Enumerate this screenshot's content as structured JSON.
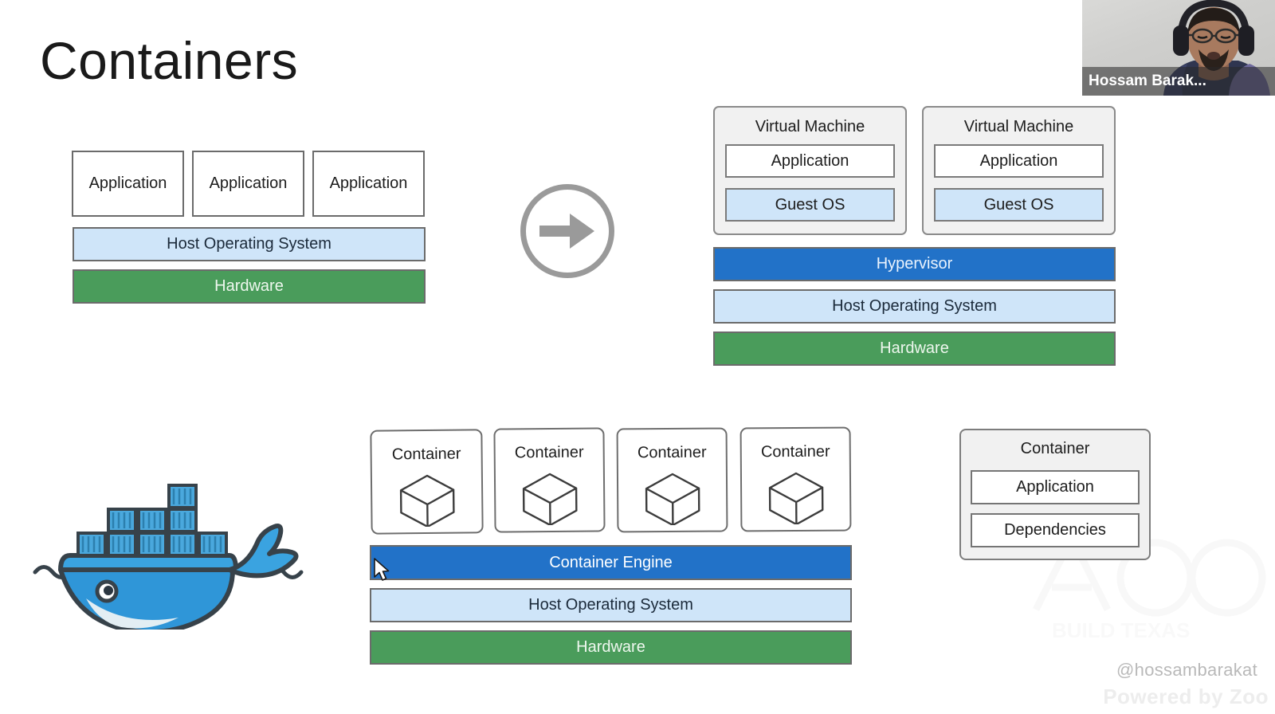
{
  "slide": {
    "title": "Containers",
    "background": "#ffffff"
  },
  "colors": {
    "blue": "#2272c8",
    "light_blue": "#cfe5f9",
    "green": "#4a9c5b",
    "gray_border": "#6b6b6b",
    "panel_gray": "#f1f1f1"
  },
  "host_stack": {
    "apps": [
      {
        "label": "Application"
      },
      {
        "label": "Application"
      },
      {
        "label": "Application"
      }
    ],
    "host_os_label": "Host Operating System",
    "hardware_label": "Hardware"
  },
  "transition": {
    "icon": "arrow-right-circle-icon"
  },
  "vm_stack": {
    "machines": [
      {
        "title": "Virtual Machine",
        "app_label": "Application",
        "guest_os_label": "Guest OS"
      },
      {
        "title": "Virtual Machine",
        "app_label": "Application",
        "guest_os_label": "Guest OS"
      }
    ],
    "hypervisor_label": "Hypervisor",
    "host_os_label": "Host Operating System",
    "hardware_label": "Hardware"
  },
  "docker": {
    "logo_name": "docker-whale-logo"
  },
  "container_stack": {
    "containers": [
      {
        "label": "Container",
        "icon": "cube-icon"
      },
      {
        "label": "Container",
        "icon": "cube-icon"
      },
      {
        "label": "Container",
        "icon": "cube-icon"
      },
      {
        "label": "Container",
        "icon": "cube-icon"
      }
    ],
    "engine_label": "Container Engine",
    "host_os_label": "Host Operating System",
    "hardware_label": "Hardware"
  },
  "container_detail": {
    "title": "Container",
    "app_label": "Application",
    "dependencies_label": "Dependencies"
  },
  "watermarks": {
    "handle": "@hossambarakat",
    "powered_by": "Powered by Zoo"
  },
  "video_tile": {
    "participant_name": "Hossam Barak..."
  }
}
